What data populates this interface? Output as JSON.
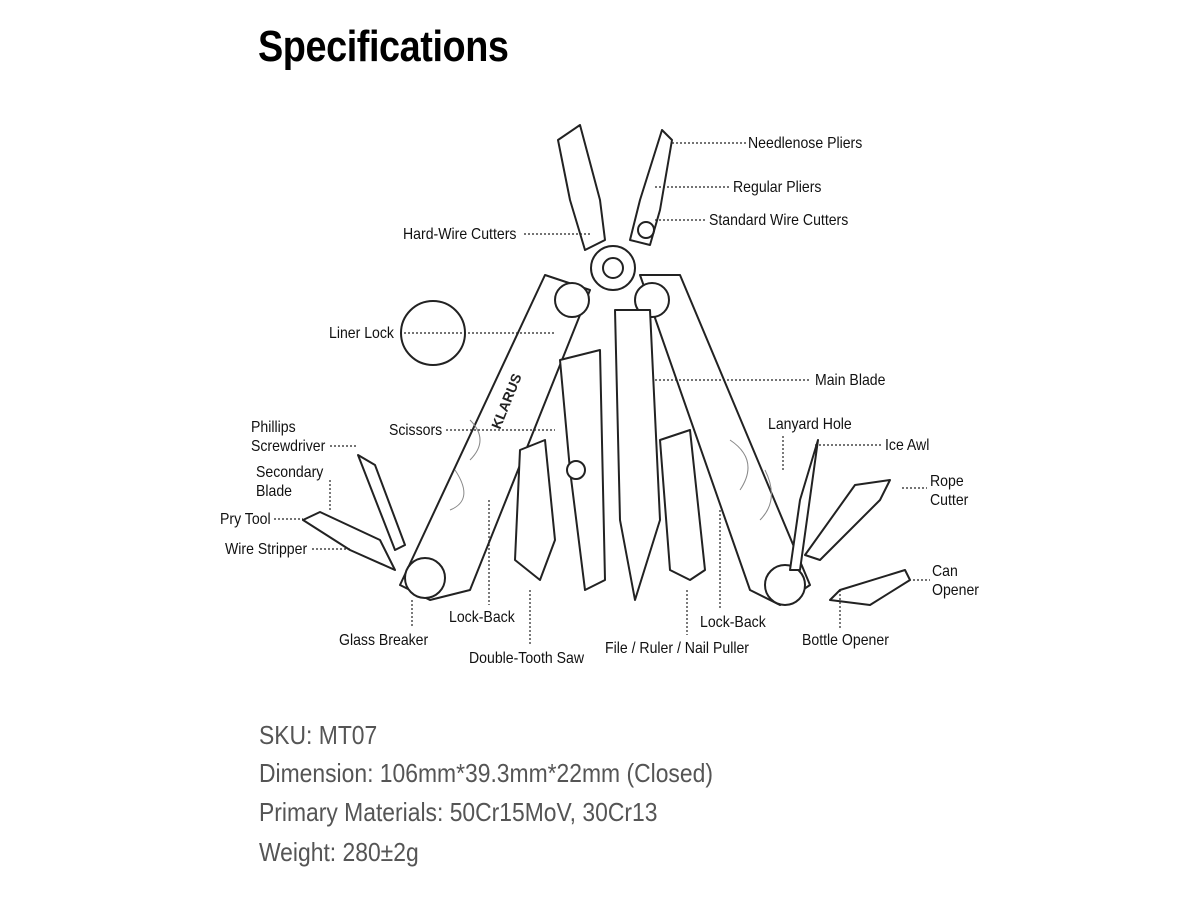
{
  "title": "Specifications",
  "brand_mark": "KLARUS",
  "labels": {
    "needlenose_pliers": "Needlenose Pliers",
    "regular_pliers": "Regular Pliers",
    "standard_wire_cutters": "Standard Wire Cutters",
    "hard_wire_cutters": "Hard-Wire Cutters",
    "liner_lock": "Liner Lock",
    "main_blade": "Main Blade",
    "scissors": "Scissors",
    "phillips_1": "Phillips",
    "phillips_2": "Screwdriver",
    "lanyard_hole": "Lanyard Hole",
    "ice_awl": "Ice Awl",
    "secondary_1": "Secondary",
    "secondary_2": "Blade",
    "rope_1": "Rope",
    "rope_2": "Cutter",
    "pry_tool": "Pry Tool",
    "wire_stripper": "Wire Stripper",
    "can_1": "Can",
    "can_2": "Opener",
    "glass_breaker": "Glass Breaker",
    "lock_back_left": "Lock-Back",
    "double_tooth_saw": "Double-Tooth Saw",
    "file_ruler": "File / Ruler / Nail Puller",
    "lock_back_right": "Lock-Back",
    "bottle_opener": "Bottle Opener"
  },
  "specs": {
    "sku": "SKU: MT07",
    "dimension": "Dimension: 106mm*39.3mm*22mm (Closed)",
    "materials": "Primary Materials: 50Cr15MoV, 30Cr13",
    "weight": "Weight: 280±2g"
  }
}
